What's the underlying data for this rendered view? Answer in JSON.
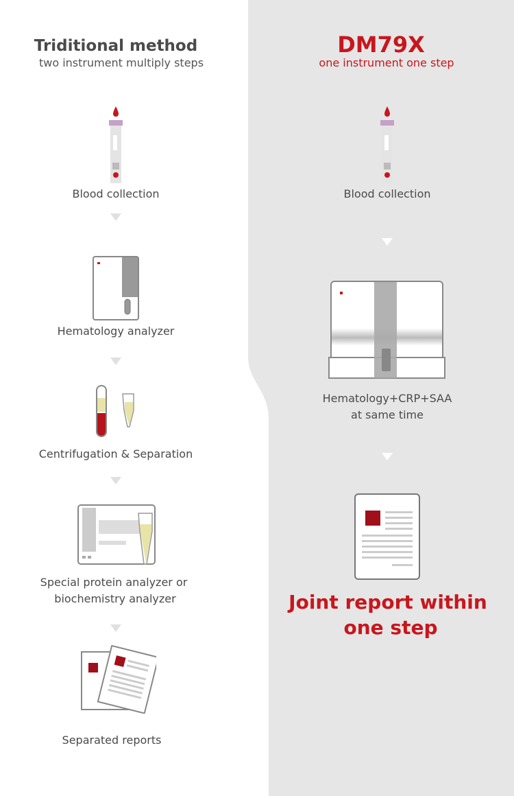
{
  "left": {
    "title": "Triditional method",
    "subtitle": "two instrument multiply steps",
    "steps": [
      "Blood collection",
      "Hematology analyzer",
      "Centrifugation & Separation",
      "Special protein analyzer or",
      "biochemistry analyzer",
      "Separated reports"
    ]
  },
  "right": {
    "title": "DM79X",
    "subtitle": "one instrument one step",
    "steps": [
      "Blood collection",
      "Hematology+CRP+SAA",
      "at same time"
    ],
    "result_line1": "Joint report within",
    "result_line2": "one step"
  },
  "colors": {
    "accent": "#c8161d",
    "panel": "#e6e6e6",
    "text": "#4a4a4a"
  }
}
